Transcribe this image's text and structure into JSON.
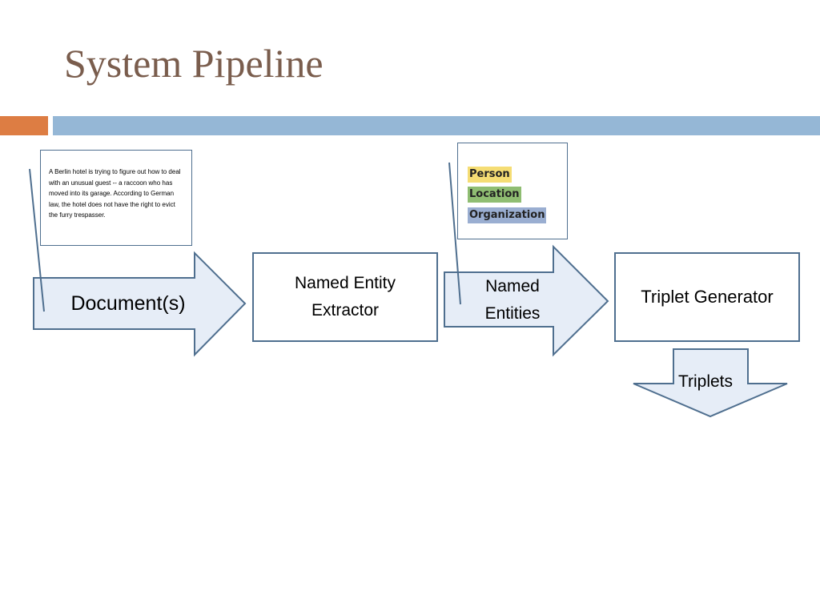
{
  "slide": {
    "title": "System Pipeline"
  },
  "pipeline": {
    "document_arrow": "Document(s)",
    "extractor_box": [
      "Named Entity",
      "Extractor"
    ],
    "entities_arrow": [
      "Named",
      "Entities"
    ],
    "generator_box": "Triplet Generator",
    "triplets_arrow": "Triplets"
  },
  "callouts": {
    "document_text": "A Berlin hotel is trying to figure out how to deal with an unusual guest -- a raccoon who has moved into its garage. According to German law, the hotel does not have the right to evict the furry trespasser.",
    "entity_tags": [
      {
        "label": "Person",
        "color": "#f5dd74"
      },
      {
        "label": "Location",
        "color": "#8fbd72"
      },
      {
        "label": "Organization",
        "color": "#9aaed1"
      }
    ]
  },
  "colors": {
    "title": "#7a5d4d",
    "accent_orange": "#dd7d43",
    "accent_blue": "#95b7d6",
    "shape_fill": "#e6edf7",
    "shape_stroke": "#4f6f8f"
  }
}
